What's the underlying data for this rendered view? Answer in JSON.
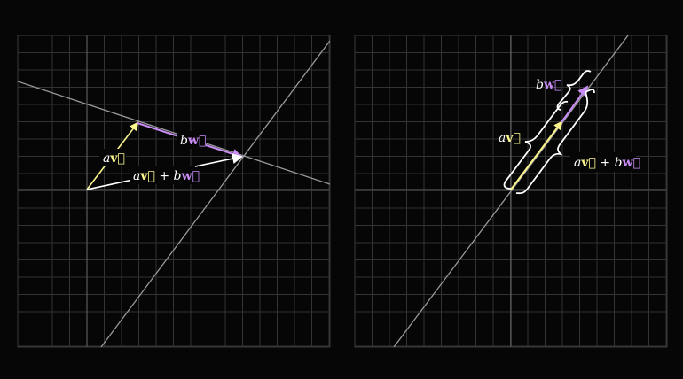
{
  "colors": {
    "background": "#060606",
    "grid": "#333333",
    "axis": "#6a6a6a",
    "span_line": "#9a9a9a",
    "v": "#fbf58d",
    "w": "#c88cf5",
    "sum": "#ffffff"
  },
  "left_panel": {
    "labels": {
      "av_scalar": "a",
      "av_vec": "v⃗",
      "bw_scalar": "b",
      "bw_vec": "w⃗",
      "sum_a": "a",
      "sum_v": "v⃗",
      "sum_plus": " + ",
      "sum_b": "b",
      "sum_w": "w⃗"
    }
  },
  "right_panel": {
    "labels": {
      "av_scalar": "a",
      "av_vec": "v⃗",
      "bw_scalar": "b",
      "bw_vec": "w⃗",
      "sum_a": "a",
      "sum_v": "v⃗",
      "sum_plus": " + ",
      "sum_b": "b",
      "sum_w": "w⃗"
    }
  }
}
